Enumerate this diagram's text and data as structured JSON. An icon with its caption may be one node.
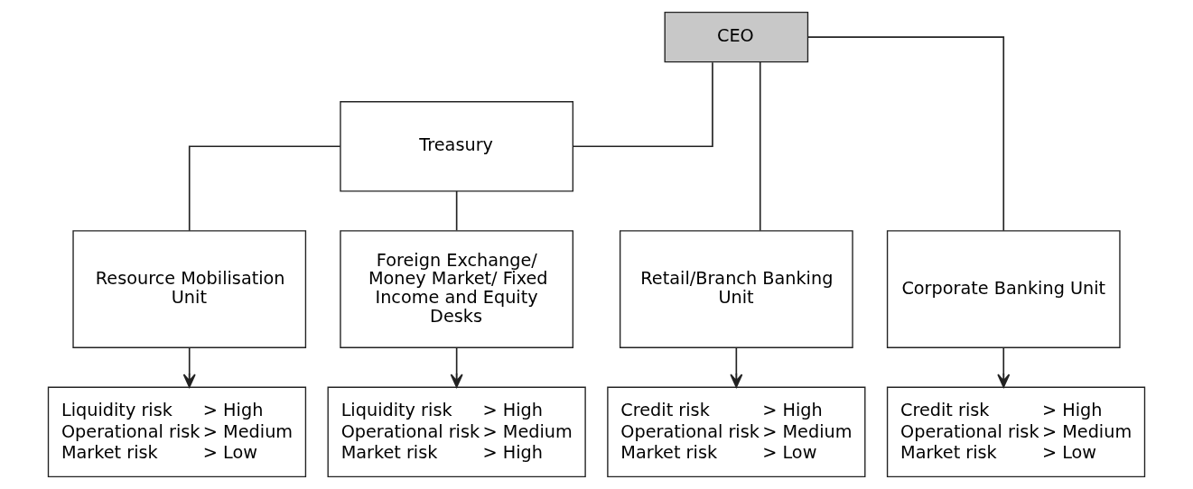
{
  "diagram": {
    "nodes": [
      {
        "text": [
          "CEO"
        ]
      },
      {
        "text": [
          "Treasury"
        ]
      },
      {
        "text": [
          "Retail/Branch Banking Unit"
        ]
      },
      {
        "text": [
          "Corporate Banking Unit"
        ]
      },
      {
        "text": [
          "Resource Mobilisation Unit"
        ]
      },
      {
        "text": [
          "Foreign Exchange/ Money Market/ Fixed Income and Equity Desks"
        ]
      },
      {
        "text": [
          "Credit risk",
          "> High",
          "Operational risk",
          "> Medium",
          "Market risk",
          "> Low"
        ]
      },
      {
        "text": [
          "Credit risk",
          "> High",
          "Operational risk",
          "> Medium",
          "Market risk",
          "> Low"
        ]
      },
      {
        "text": [
          "Liquidity risk",
          "> High",
          "Operational risk",
          "> Medium",
          "Market risk",
          "> Low"
        ]
      },
      {
        "text": [
          "Liquidity risk",
          "> High",
          "Operational risk",
          "> Medium",
          "Market risk",
          "> High"
        ]
      }
    ],
    "edges": [
      {
        "from": 0,
        "to": 1,
        "arrow": "none"
      },
      {
        "from": 0,
        "to": 2,
        "arrow": "none"
      },
      {
        "from": 0,
        "to": 3,
        "arrow": "none"
      },
      {
        "from": 1,
        "to": 4,
        "arrow": "none"
      },
      {
        "from": 1,
        "to": 5,
        "arrow": "none"
      },
      {
        "from": 2,
        "to": 6,
        "arrow": "to"
      },
      {
        "from": 3,
        "to": 7,
        "arrow": "to"
      },
      {
        "from": 4,
        "to": 8,
        "arrow": "to"
      },
      {
        "from": 5,
        "to": 9,
        "arrow": "to"
      }
    ]
  }
}
